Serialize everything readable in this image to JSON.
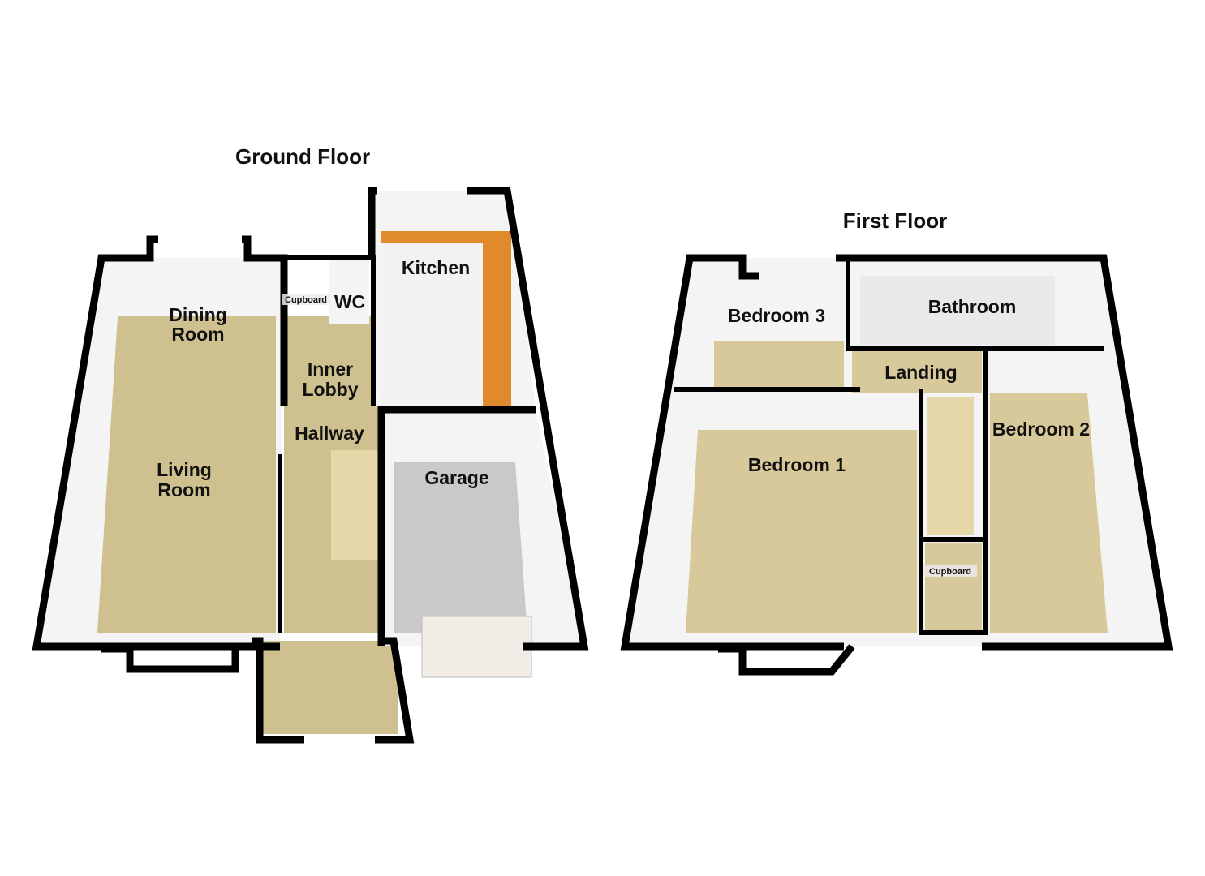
{
  "ground_floor": {
    "title": "Ground Floor",
    "rooms": {
      "dining_room": {
        "lines": [
          "Dining",
          "Room"
        ]
      },
      "living_room": {
        "lines": [
          "Living",
          "Room"
        ]
      },
      "cupboard": {
        "label": "Cupboard"
      },
      "wc": {
        "label": "WC"
      },
      "inner_lobby": {
        "lines": [
          "Inner",
          "Lobby"
        ]
      },
      "hallway": {
        "label": "Hallway"
      },
      "kitchen": {
        "label": "Kitchen"
      },
      "garage": {
        "label": "Garage"
      }
    }
  },
  "first_floor": {
    "title": "First Floor",
    "rooms": {
      "bedroom_3": {
        "label": "Bedroom 3"
      },
      "bathroom": {
        "label": "Bathroom"
      },
      "landing": {
        "label": "Landing"
      },
      "bedroom_1": {
        "label": "Bedroom 1"
      },
      "bedroom_2": {
        "label": "Bedroom 2"
      },
      "cupboard": {
        "label": "Cupboard"
      }
    }
  },
  "colors": {
    "carpet": "#cfc08f",
    "kitchen_worktop": "#e08a2c",
    "garage_floor": "#c9c9cc",
    "wall": "#000000"
  }
}
